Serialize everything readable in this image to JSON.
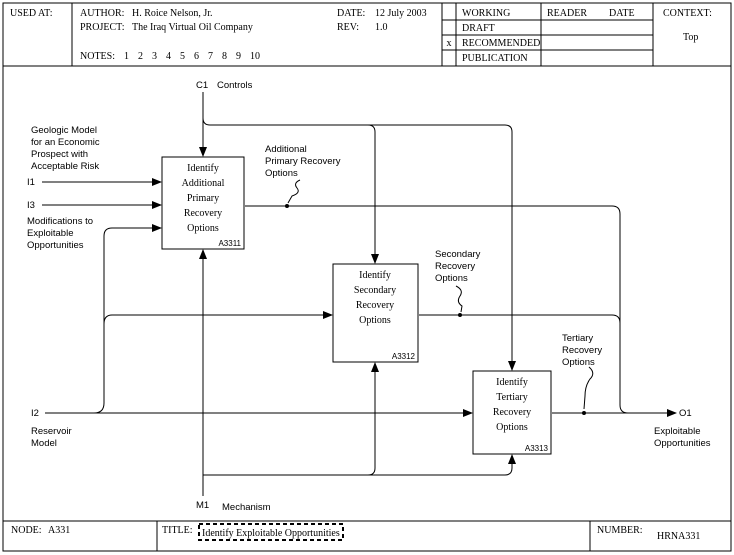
{
  "header": {
    "used_at_label": "USED AT:",
    "author_label": "AUTHOR:",
    "author": "H. Roice Nelson, Jr.",
    "project_label": "PROJECT:",
    "project": "The Iraq Virtual Oil Company",
    "date_label": "DATE:",
    "date": "12 July 2003",
    "rev_label": "REV:",
    "rev": "1.0",
    "notes_label": "NOTES:",
    "notes": [
      "1",
      "2",
      "3",
      "4",
      "5",
      "6",
      "7",
      "8",
      "9",
      "10"
    ],
    "status_rows": [
      {
        "mark": "",
        "label": "WORKING"
      },
      {
        "mark": "",
        "label": "DRAFT"
      },
      {
        "mark": "x",
        "label": "RECOMMENDED"
      },
      {
        "mark": "",
        "label": "PUBLICATION"
      }
    ],
    "reader_label": "READER",
    "reader_date_label": "DATE",
    "context_label": "CONTEXT:",
    "context_value": "Top"
  },
  "boxes": [
    {
      "lines": [
        "Identify",
        "Additional",
        "Primary",
        "Recovery",
        "Options"
      ],
      "node": "A3311"
    },
    {
      "lines": [
        "Identify",
        "Secondary",
        "Recovery",
        "Options"
      ],
      "node": "A3312"
    },
    {
      "lines": [
        "Identify",
        "Tertiary",
        "Recovery",
        "Options"
      ],
      "node": "A3313"
    }
  ],
  "arrows": {
    "control_id": "C1",
    "control_label": "Controls",
    "mechanism_id": "M1",
    "mechanism_label": "Mechanism",
    "i1_id": "I1",
    "i1_lines": [
      "Geologic Model",
      "for an Economic",
      "Prospect with",
      "Acceptable Risk"
    ],
    "i3_id": "I3",
    "i3_lines": [
      "Modifications to",
      "Exploitable",
      "Opportunities"
    ],
    "i2_id": "I2",
    "i2_lines": [
      "Reservoir",
      "Model"
    ],
    "o1_id": "O1",
    "o1_lines": [
      "Exploitable",
      "Opportunities"
    ],
    "primary_lines": [
      "Additional",
      "Primary Recovery",
      "Options"
    ],
    "secondary_lines": [
      "Secondary",
      "Recovery",
      "Options"
    ],
    "tertiary_lines": [
      "Tertiary",
      "Recovery",
      "Options"
    ]
  },
  "footer": {
    "node_label": "NODE:",
    "node": "A331",
    "title_label": "TITLE:",
    "title": "Identify Exploitable Opportunities",
    "number_label": "NUMBER:",
    "number": "HRNA331"
  }
}
